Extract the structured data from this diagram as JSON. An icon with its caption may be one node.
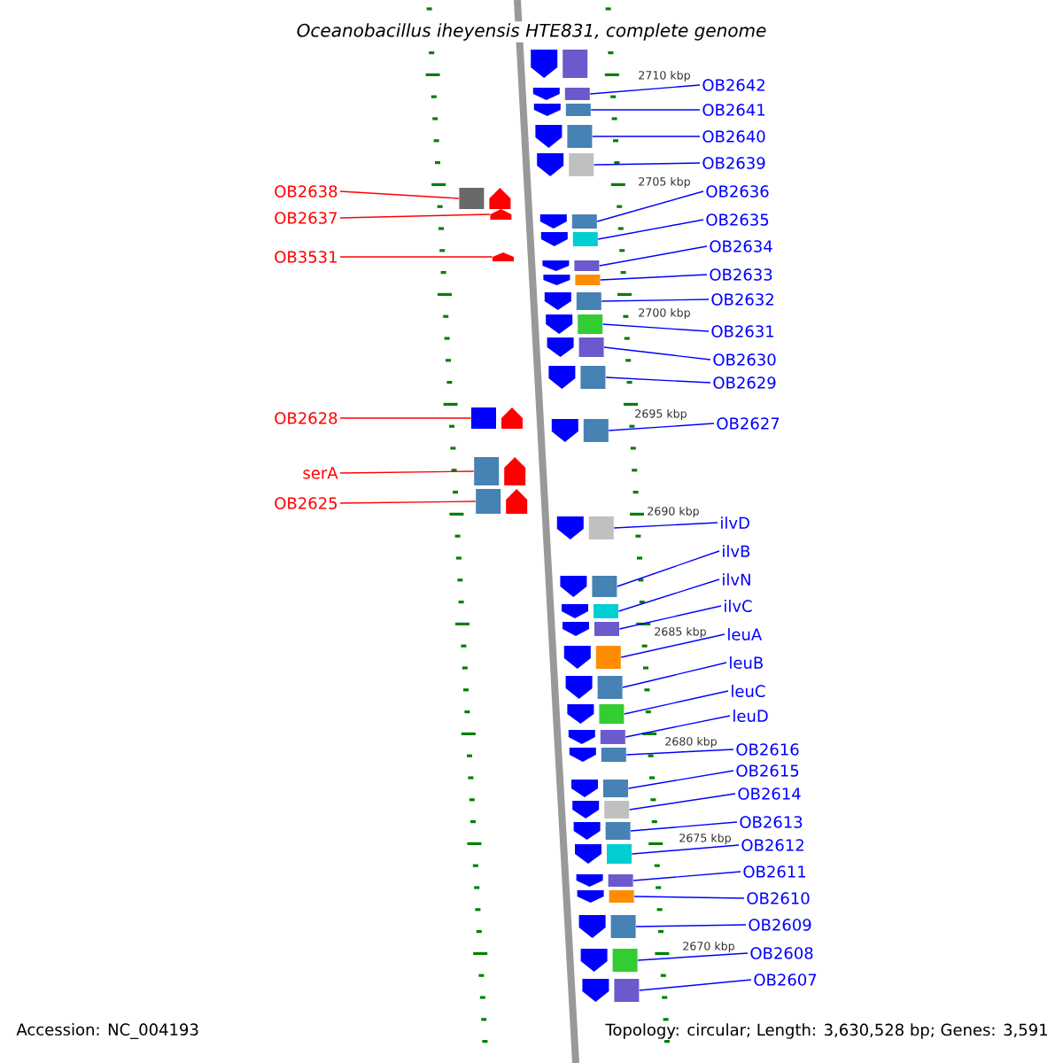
{
  "diagram": {
    "title": "Oceanobacillus iheyensis HTE831, complete genome",
    "nodes": [
      {
        "text": [
          "OB2638"
        ]
      },
      {
        "text": [
          "OB2637"
        ]
      },
      {
        "text": [
          "OB3531"
        ]
      },
      {
        "text": [
          "OB2628"
        ]
      },
      {
        "text": [
          "serA"
        ]
      },
      {
        "text": [
          "OB2625"
        ]
      },
      {
        "text": [
          "OB2642"
        ]
      },
      {
        "text": [
          "OB2641"
        ]
      },
      {
        "text": [
          "OB2640"
        ]
      },
      {
        "text": [
          "OB2639"
        ]
      },
      {
        "text": [
          "OB2636"
        ]
      },
      {
        "text": [
          "OB2635"
        ]
      },
      {
        "text": [
          "OB2634"
        ]
      },
      {
        "text": [
          "OB2633"
        ]
      },
      {
        "text": [
          "OB2632"
        ]
      },
      {
        "text": [
          "OB2631"
        ]
      },
      {
        "text": [
          "OB2630"
        ]
      },
      {
        "text": [
          "OB2629"
        ]
      },
      {
        "text": [
          "OB2627"
        ]
      },
      {
        "text": [
          "ilvD"
        ]
      },
      {
        "text": [
          "ilvB"
        ]
      },
      {
        "text": [
          "ilvN"
        ]
      },
      {
        "text": [
          "ilvC"
        ]
      },
      {
        "text": [
          "leuA"
        ]
      },
      {
        "text": [
          "leuB"
        ]
      },
      {
        "text": [
          "leuC"
        ]
      },
      {
        "text": [
          "leuD"
        ]
      },
      {
        "text": [
          "OB2616"
        ]
      },
      {
        "text": [
          "OB2615"
        ]
      },
      {
        "text": [
          "OB2614"
        ]
      },
      {
        "text": [
          "OB2613"
        ]
      },
      {
        "text": [
          "OB2612"
        ]
      },
      {
        "text": [
          "OB2611"
        ]
      },
      {
        "text": [
          "OB2610"
        ]
      },
      {
        "text": [
          "OB2609"
        ]
      },
      {
        "text": [
          "OB2608"
        ]
      },
      {
        "text": [
          "OB2607"
        ]
      },
      {
        "text": [],
        "shape": "box"
      },
      {
        "text": [],
        "shape": "arrow"
      },
      {
        "text": [],
        "shape": "arrow"
      },
      {
        "text": [],
        "shape": "box"
      },
      {
        "text": [],
        "shape": "box"
      },
      {
        "text": [],
        "shape": "box"
      },
      {
        "text": [],
        "shape": "box"
      },
      {
        "text": [],
        "shape": "box"
      },
      {
        "text": [],
        "shape": "box"
      },
      {
        "text": [],
        "shape": "box"
      },
      {
        "text": [],
        "shape": "box"
      },
      {
        "text": [],
        "shape": "box"
      },
      {
        "text": [],
        "shape": "box"
      },
      {
        "text": [],
        "shape": "box"
      },
      {
        "text": [],
        "shape": "box"
      },
      {
        "text": [],
        "shape": "box"
      },
      {
        "text": [],
        "shape": "box"
      },
      {
        "text": [],
        "shape": "box"
      },
      {
        "text": [],
        "shape": "box"
      },
      {
        "text": [],
        "shape": "box"
      },
      {
        "text": [],
        "shape": "box"
      },
      {
        "text": [],
        "shape": "box"
      },
      {
        "text": [],
        "shape": "box"
      },
      {
        "text": [],
        "shape": "box"
      },
      {
        "text": [],
        "shape": "box"
      },
      {
        "text": [],
        "shape": "box"
      },
      {
        "text": [],
        "shape": "box"
      },
      {
        "text": [],
        "shape": "box"
      },
      {
        "text": [],
        "shape": "box"
      },
      {
        "text": [],
        "shape": "box"
      },
      {
        "text": [],
        "shape": "box"
      },
      {
        "text": [],
        "shape": "box"
      },
      {
        "text": [],
        "shape": "box"
      },
      {
        "text": [],
        "shape": "box"
      },
      {
        "text": [],
        "shape": "box"
      },
      {
        "text": [],
        "shape": "box"
      },
      {
        "text": [],
        "shape": "box"
      }
    ],
    "edges": [
      {
        "from": 0,
        "to": 37,
        "arrow": "none",
        "color": "#ff0000"
      },
      {
        "from": 1,
        "to": 38,
        "arrow": "none",
        "color": "#ff0000"
      },
      {
        "from": 2,
        "to": 39,
        "arrow": "none",
        "color": "#ff0000"
      },
      {
        "from": 3,
        "to": 40,
        "arrow": "none",
        "color": "#ff0000"
      },
      {
        "from": 4,
        "to": 41,
        "arrow": "none",
        "color": "#ff0000"
      },
      {
        "from": 5,
        "to": 42,
        "arrow": "none",
        "color": "#ff0000"
      },
      {
        "from": 6,
        "to": 43,
        "arrow": "none"
      },
      {
        "from": 7,
        "to": 44,
        "arrow": "none"
      },
      {
        "from": 8,
        "to": 45,
        "arrow": "none"
      },
      {
        "from": 9,
        "to": 46,
        "arrow": "none"
      },
      {
        "from": 10,
        "to": 47,
        "arrow": "none"
      },
      {
        "from": 11,
        "to": 48,
        "arrow": "none"
      },
      {
        "from": 12,
        "to": 49,
        "arrow": "none"
      },
      {
        "from": 13,
        "to": 50,
        "arrow": "none"
      },
      {
        "from": 14,
        "to": 51,
        "arrow": "none"
      },
      {
        "from": 15,
        "to": 52,
        "arrow": "none"
      },
      {
        "from": 16,
        "to": 53,
        "arrow": "none"
      },
      {
        "from": 17,
        "to": 54,
        "arrow": "none"
      },
      {
        "from": 18,
        "to": 55,
        "arrow": "none"
      },
      {
        "from": 19,
        "to": 56,
        "arrow": "none"
      },
      {
        "from": 20,
        "to": 57,
        "arrow": "none"
      },
      {
        "from": 21,
        "to": 58,
        "arrow": "none"
      },
      {
        "from": 22,
        "to": 59,
        "arrow": "none"
      },
      {
        "from": 23,
        "to": 60,
        "arrow": "none"
      },
      {
        "from": 24,
        "to": 61,
        "arrow": "none"
      },
      {
        "from": 25,
        "to": 62,
        "arrow": "none"
      },
      {
        "from": 26,
        "to": 63,
        "arrow": "none"
      },
      {
        "from": 27,
        "to": 64,
        "arrow": "none"
      },
      {
        "from": 28,
        "to": 65,
        "arrow": "none"
      },
      {
        "from": 29,
        "to": 66,
        "arrow": "none"
      },
      {
        "from": 30,
        "to": 67,
        "arrow": "none"
      },
      {
        "from": 31,
        "to": 68,
        "arrow": "none"
      },
      {
        "from": 32,
        "to": 69,
        "arrow": "none"
      },
      {
        "from": 33,
        "to": 70,
        "arrow": "none"
      },
      {
        "from": 34,
        "to": 71,
        "arrow": "none"
      },
      {
        "from": 35,
        "to": 72,
        "arrow": "none"
      },
      {
        "from": 36,
        "to": 73,
        "arrow": "none"
      }
    ],
    "labels": [
      "2710 kbp",
      "2705 kbp",
      "2700 kbp",
      "2695 kbp",
      "2690 kbp",
      "2685 kbp",
      "2680 kbp",
      "2675 kbp",
      "2670 kbp",
      "Accession: NC_004193",
      "Topology: circular; Length: 3,630,528 bp; Genes: 3,591"
    ]
  }
}
